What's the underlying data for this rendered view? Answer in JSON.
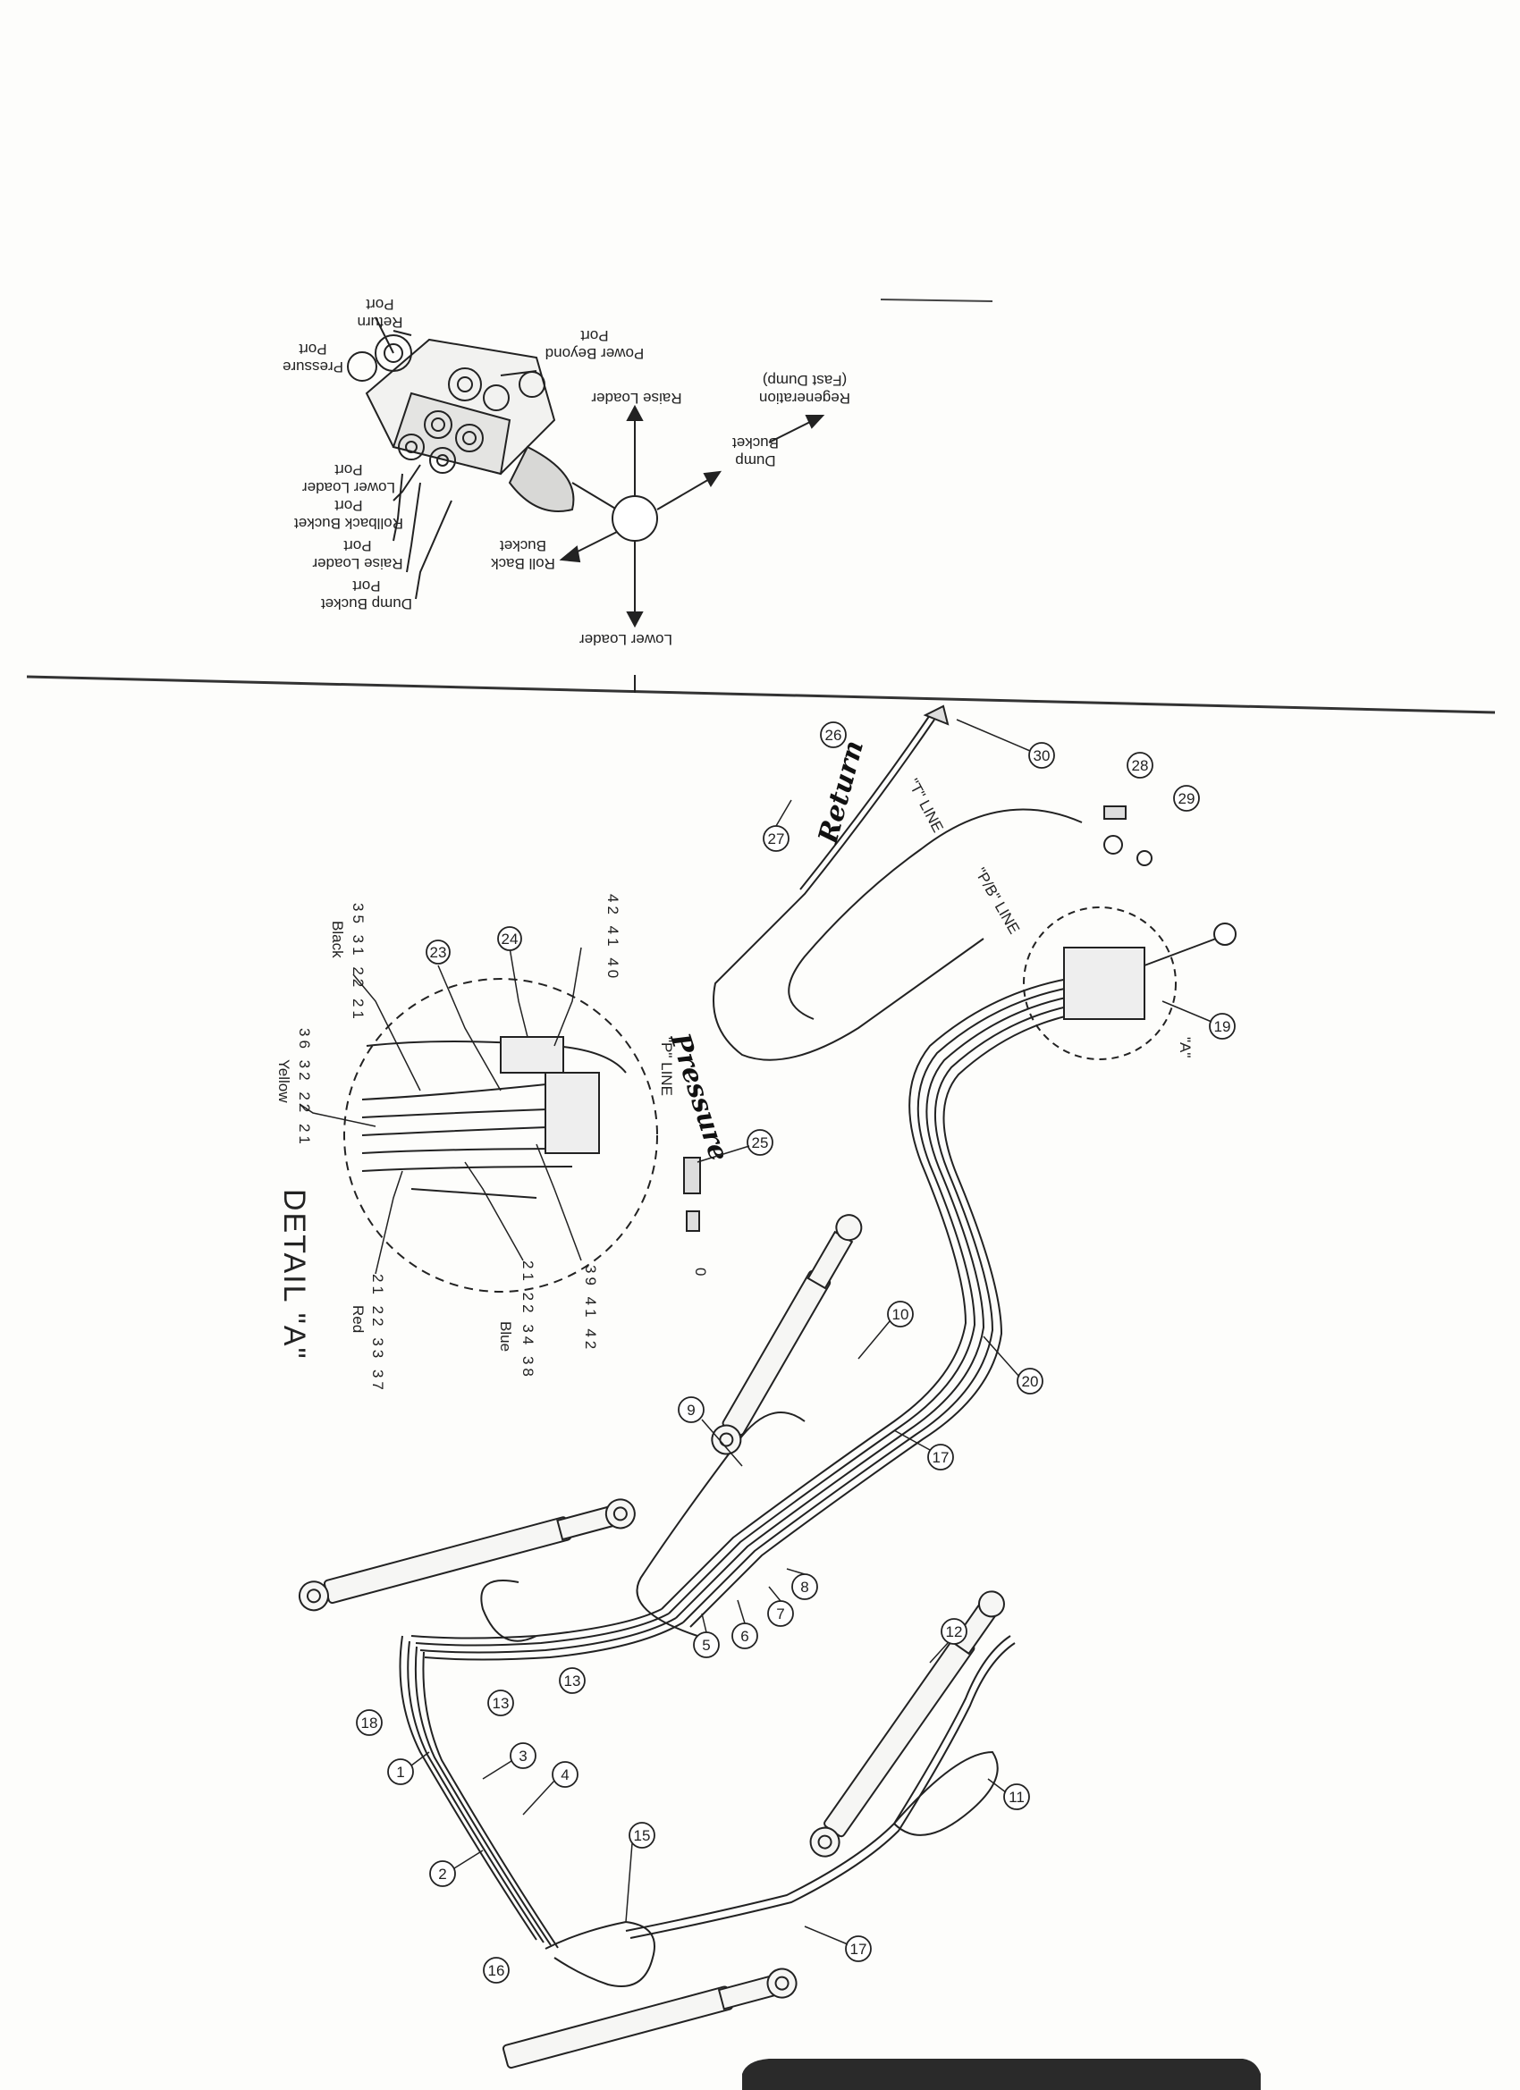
{
  "joystick": {
    "directions": {
      "raise_loader": "Raise Loader",
      "lower_loader": "Lower Loader",
      "roll_back_bucket": [
        "Roll Back",
        "Bucket"
      ],
      "dump_bucket": [
        "Dump",
        "Bucket"
      ],
      "regeneration": [
        "Regeneration",
        "(Fast Dump)"
      ]
    },
    "ports": {
      "pressure": [
        "Pressure",
        "Port"
      ],
      "return": [
        "Return",
        "Port"
      ],
      "power_beyond": [
        "Power Beyond",
        "Port"
      ],
      "lower_loader": [
        "Lower Loader",
        "Port"
      ],
      "rollback_bucket": [
        "Rollback Bucket",
        "Port"
      ],
      "raise_loader": [
        "Raise Loader",
        "Port"
      ],
      "dump_bucket": [
        "Dump Bucket",
        "Port"
      ]
    }
  },
  "hoses": {
    "t_line": "\"T\" LINE",
    "pb_line": "\"P/B\" LINE",
    "p_line": "\"P\" LINE",
    "detail_marker": "\"A\""
  },
  "handwritten": {
    "return": "Return",
    "pressure": "Pressure"
  },
  "detail": {
    "title": "DETAIL \"A\"",
    "groups": {
      "black": {
        "nums": [
          "35",
          "31",
          "22",
          "21"
        ],
        "color": "Black"
      },
      "yellow": {
        "nums": [
          "36",
          "32",
          "22",
          "21"
        ],
        "color": "Yellow"
      },
      "blue": {
        "nums": [
          "21",
          "22",
          "34",
          "38"
        ],
        "color": "Blue"
      },
      "red": {
        "nums": [
          "21",
          "22",
          "33",
          "37"
        ],
        "color": "Red"
      },
      "top": {
        "nums": [
          "42",
          "41",
          "40"
        ]
      },
      "right": {
        "nums": [
          "39",
          "41",
          "42"
        ]
      }
    },
    "callouts": {
      "c23": "23",
      "c24": "24"
    }
  },
  "callouts": {
    "c1": "1",
    "c2": "2",
    "c3": "3",
    "c4": "4",
    "c5": "5",
    "c6": "6",
    "c7": "7",
    "c8": "8",
    "c9": "9",
    "c10": "10",
    "c11": "11",
    "c12": "12",
    "c13a": "13",
    "c13b": "13",
    "c15": "15",
    "c16": "16",
    "c17a": "17",
    "c17b": "17",
    "c18": "18",
    "c19": "19",
    "c20": "20",
    "c25": "25",
    "c26": "26",
    "c27": "27",
    "c28": "28",
    "c29": "29",
    "c30": "30"
  },
  "fitting_zero": "0",
  "colors": {
    "ink": "#222222",
    "paper": "#fdfdfb",
    "footer_bar": "#2a2a2a"
  }
}
